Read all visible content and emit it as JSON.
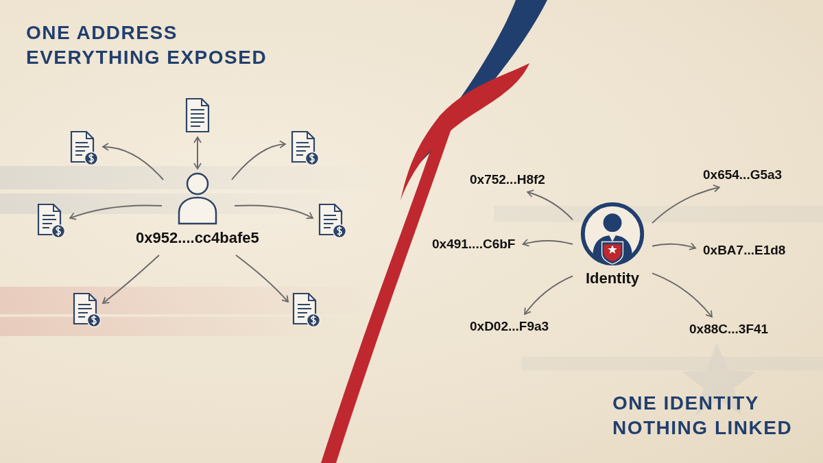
{
  "diagram": {
    "title": "ONE ADDRESS EVERYTHING EXPOSED",
    "caption": "ONE IDENTITY NOTHING LINKED",
    "nodes": [
      {
        "text": [
          "0x952....cc4bafe5"
        ]
      },
      {
        "text": [
          "Identity"
        ]
      },
      {
        "text": [
          "0x752...H8f2"
        ]
      },
      {
        "text": [
          "0x654...G5a3"
        ]
      },
      {
        "text": [
          "0x491....C6bF"
        ]
      },
      {
        "text": [
          "0xBA7...E1d8"
        ]
      },
      {
        "text": [
          "0xD02...F9a3"
        ]
      },
      {
        "text": [
          "0x88C...3F41"
        ]
      }
    ],
    "edges": [
      {
        "from": 1,
        "to": 2,
        "arrow": "to"
      },
      {
        "from": 1,
        "to": 3,
        "arrow": "to"
      },
      {
        "from": 1,
        "to": 4,
        "arrow": "to"
      },
      {
        "from": 1,
        "to": 5,
        "arrow": "to"
      },
      {
        "from": 1,
        "to": 6,
        "arrow": "to"
      },
      {
        "from": 1,
        "to": 7,
        "arrow": "to"
      }
    ]
  }
}
